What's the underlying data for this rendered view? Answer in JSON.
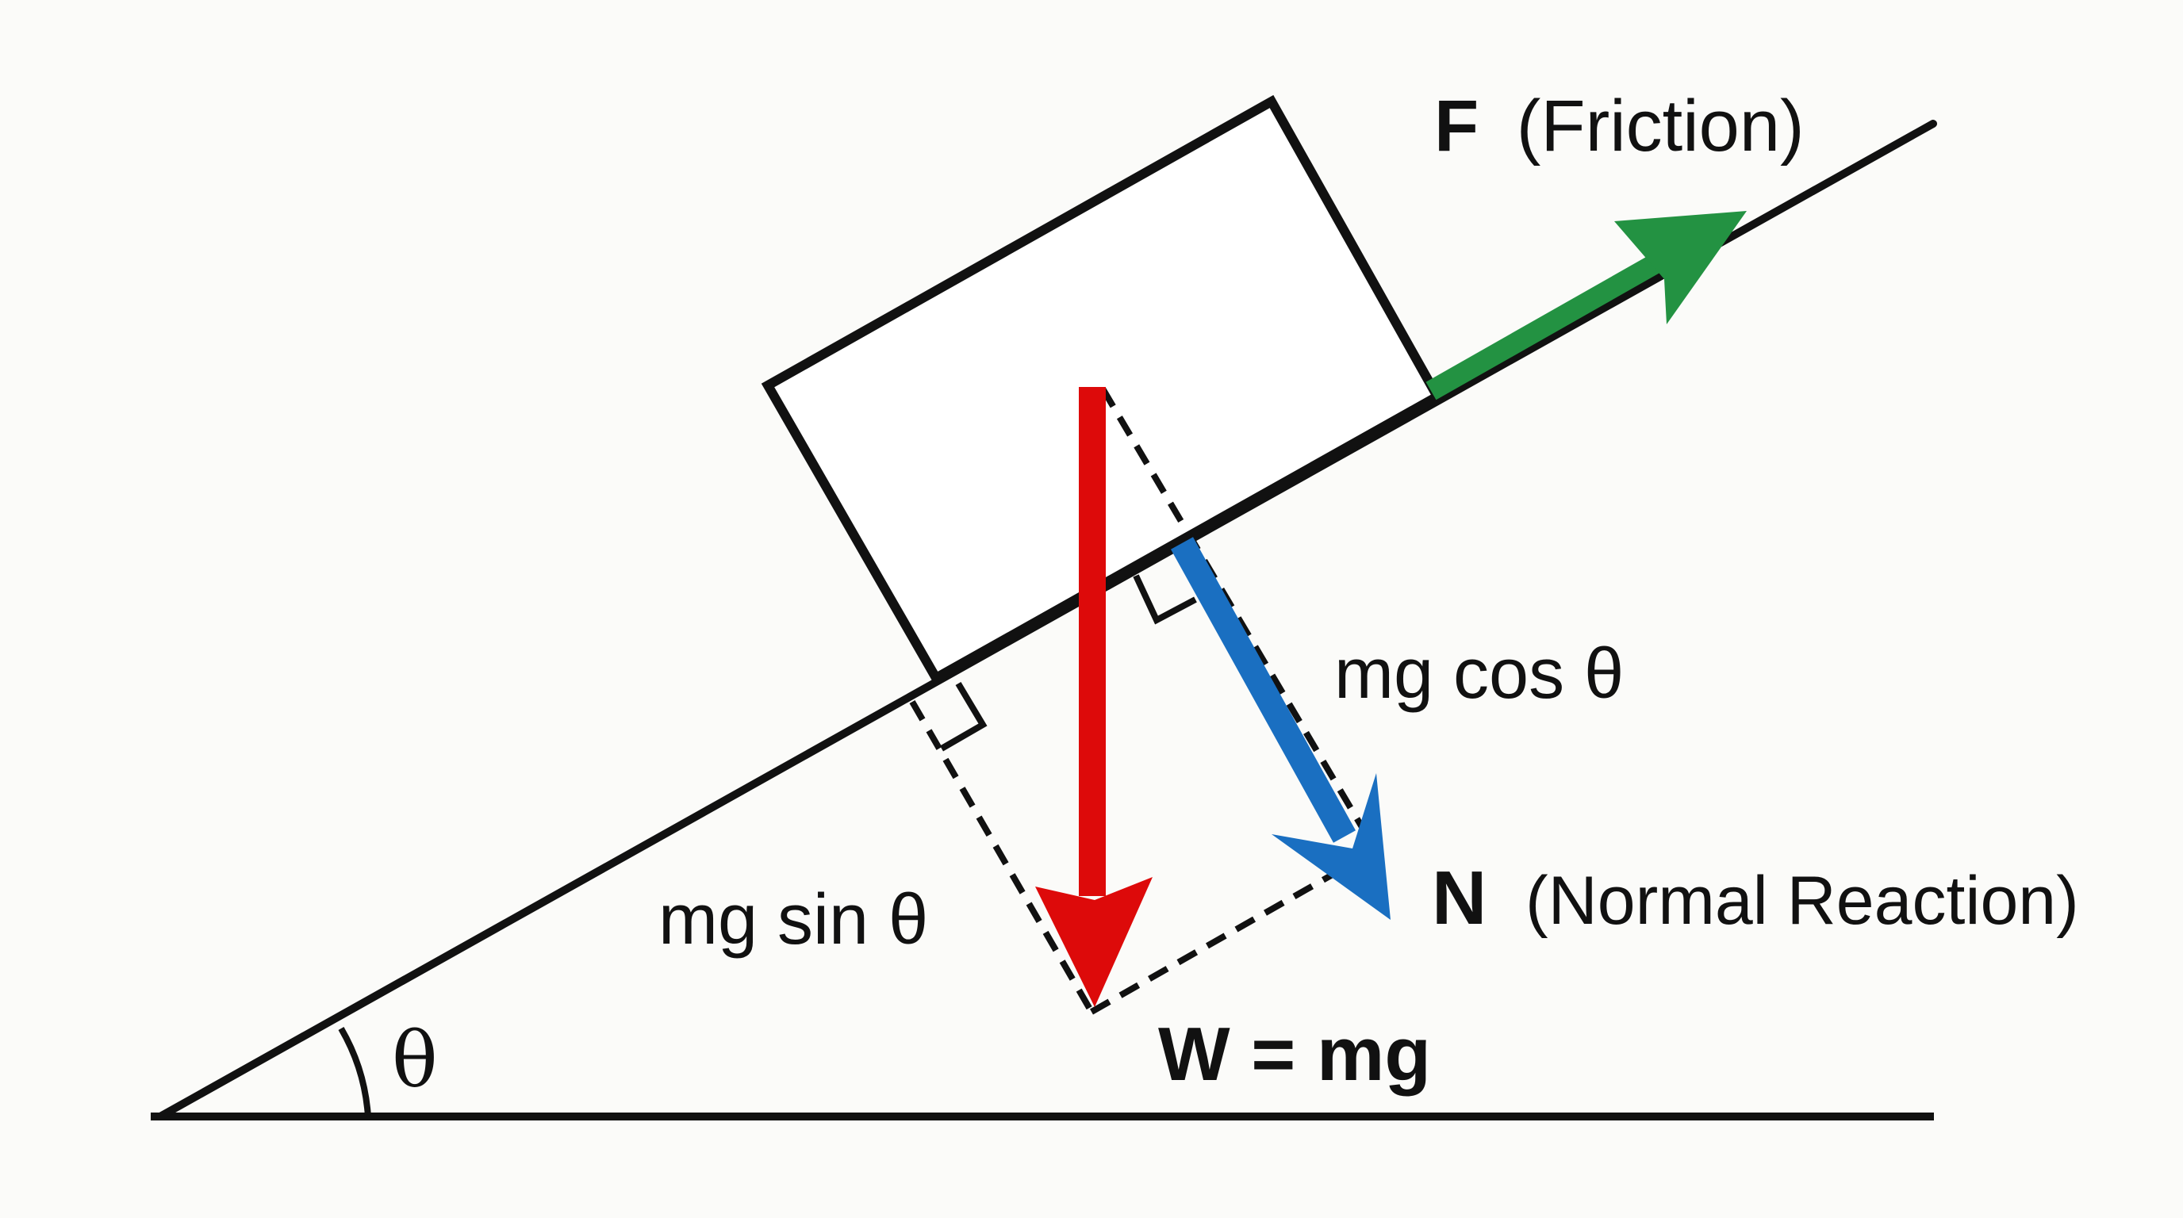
{
  "labels": {
    "friction_symbol": "F",
    "friction_text": "(Friction)",
    "normal_symbol": "N",
    "normal_text": "(Normal Reaction)",
    "weight": "W = mg",
    "mg_cos": "mg cos θ",
    "mg_sin": "mg sin θ",
    "angle": "θ"
  },
  "colors": {
    "friction_arrow": "#239242",
    "normal_arrow": "#1a6fc1",
    "weight_arrow": "#dd0a0a",
    "ink": "#111111",
    "background": "#fbfbf9"
  }
}
